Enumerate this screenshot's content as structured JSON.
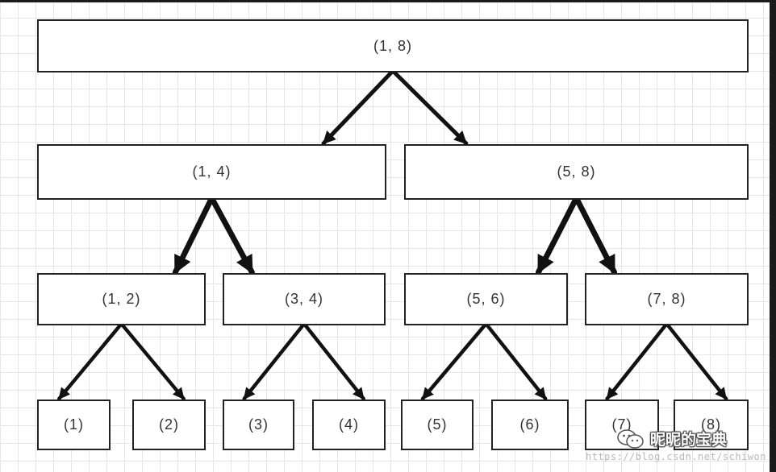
{
  "diagram": {
    "nodes": [
      {
        "id": "n-1-8",
        "label": "(1, 8)"
      },
      {
        "id": "n-1-4",
        "label": "(1, 4)"
      },
      {
        "id": "n-5-8",
        "label": "(5, 8)"
      },
      {
        "id": "n-1-2",
        "label": "(1, 2)"
      },
      {
        "id": "n-3-4",
        "label": "(3, 4)"
      },
      {
        "id": "n-5-6",
        "label": "(5, 6)"
      },
      {
        "id": "n-7-8",
        "label": "(7, 8)"
      },
      {
        "id": "n-1",
        "label": "(1)"
      },
      {
        "id": "n-2",
        "label": "(2)"
      },
      {
        "id": "n-3",
        "label": "(3)"
      },
      {
        "id": "n-4",
        "label": "(4)"
      },
      {
        "id": "n-5",
        "label": "(5)"
      },
      {
        "id": "n-6",
        "label": "(6)"
      },
      {
        "id": "n-7",
        "label": "(7)"
      },
      {
        "id": "n-8",
        "label": "(8)"
      }
    ],
    "edges": [
      {
        "from": "n-1-8",
        "to": "n-1-4"
      },
      {
        "from": "n-1-8",
        "to": "n-5-8"
      },
      {
        "from": "n-1-4",
        "to": "n-1-2"
      },
      {
        "from": "n-1-4",
        "to": "n-3-4"
      },
      {
        "from": "n-5-8",
        "to": "n-5-6"
      },
      {
        "from": "n-5-8",
        "to": "n-7-8"
      },
      {
        "from": "n-1-2",
        "to": "n-1"
      },
      {
        "from": "n-1-2",
        "to": "n-2"
      },
      {
        "from": "n-3-4",
        "to": "n-3"
      },
      {
        "from": "n-3-4",
        "to": "n-4"
      },
      {
        "from": "n-5-6",
        "to": "n-5"
      },
      {
        "from": "n-5-6",
        "to": "n-6"
      },
      {
        "from": "n-7-8",
        "to": "n-7"
      },
      {
        "from": "n-7-8",
        "to": "n-8"
      }
    ],
    "line_color": "#111111",
    "border_color": "#222222"
  },
  "watermark": {
    "text": "昵昵的宝典",
    "url": "https://blog.csdn.net/schiwon"
  }
}
